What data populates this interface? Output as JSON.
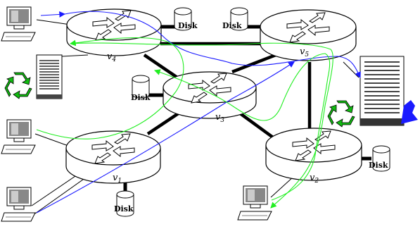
{
  "routers": {
    "v1": {
      "label": "v",
      "sub": "1"
    },
    "v2": {
      "label": "v",
      "sub": "2"
    },
    "v3": {
      "label": "v",
      "sub": "3"
    },
    "v4": {
      "label": "v",
      "sub": "4"
    },
    "v5": {
      "label": "v",
      "sub": "5"
    }
  },
  "disks": {
    "d4": "Disk",
    "d5": "Disk",
    "d3": "Disk",
    "d1": "Disk",
    "d2": "Disk"
  },
  "colors": {
    "blue_path": "#1a1aff",
    "green_path": "#22ee22",
    "recycle": "#11bb11",
    "backbone": "#000000"
  }
}
